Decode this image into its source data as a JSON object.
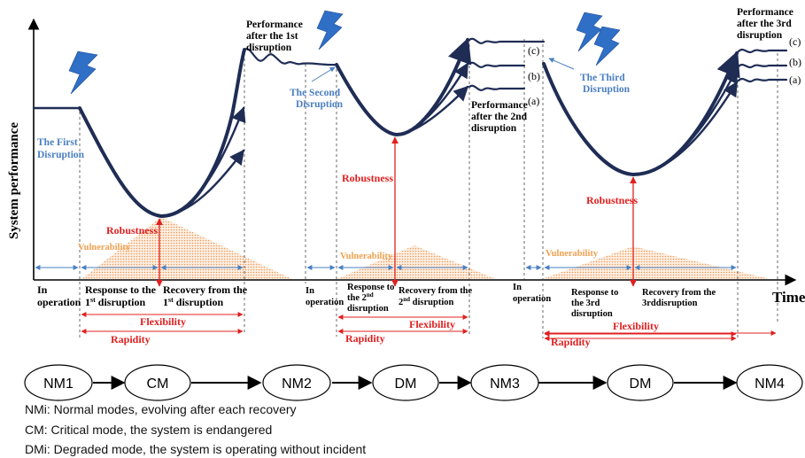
{
  "axes": {
    "y_label": "System performance",
    "x_label": "Time"
  },
  "disruptions": {
    "first": [
      "The First",
      "Disruption"
    ],
    "second": [
      "The Second",
      "Disruption"
    ],
    "third": [
      "The Third",
      "Disruption"
    ]
  },
  "performance_notes": {
    "after_1st": [
      "Performance",
      "after the 1st",
      "disruption"
    ],
    "after_2nd": [
      "Performance",
      "after the 2nd",
      "disruption"
    ],
    "after_3rd": [
      "Performance",
      "after the 3rd",
      "disruption"
    ]
  },
  "curve_labels": {
    "a": "(a)",
    "b": "(b)",
    "c": "(c)"
  },
  "labels": {
    "robustness": "Robustness",
    "vulnerability": "Vulnerability",
    "flexibility": "Flexibility",
    "rapidity": "Rapidity"
  },
  "phases": {
    "in_operation_1": [
      "In",
      "operation"
    ],
    "response_1": [
      "Response to the",
      "1",
      "st",
      " disruption"
    ],
    "recovery_1": [
      "Recovery from the",
      "1",
      "st",
      " disruption"
    ],
    "in_operation_2": [
      "In",
      "operation"
    ],
    "response_2": [
      "Response to",
      "the 2",
      "nd",
      "disruption"
    ],
    "recovery_2": [
      "Recovery from the",
      "2",
      "nd",
      " disruption"
    ],
    "in_operation_3": [
      "In",
      "operation"
    ],
    "response_3": [
      "Response to",
      "the 3rd",
      "disruption"
    ],
    "recovery_3": [
      "Recovery from the",
      "3rddisruption"
    ]
  },
  "mode_chain": [
    "NM1",
    "CM",
    "NM2",
    "DM",
    "NM3",
    "DM",
    "NM4"
  ],
  "legend": [
    "NMi:  Normal modes, evolving after each recovery",
    "CM:  Critical mode, the system is endangered",
    "DMi:  Degraded mode, the system is operating without incident"
  ],
  "colors": {
    "curve": "#1f2d55",
    "red": "#e02020",
    "blue": "#4a7fc1",
    "orange": "#f0a868",
    "bolt": "#2f6fc6"
  }
}
